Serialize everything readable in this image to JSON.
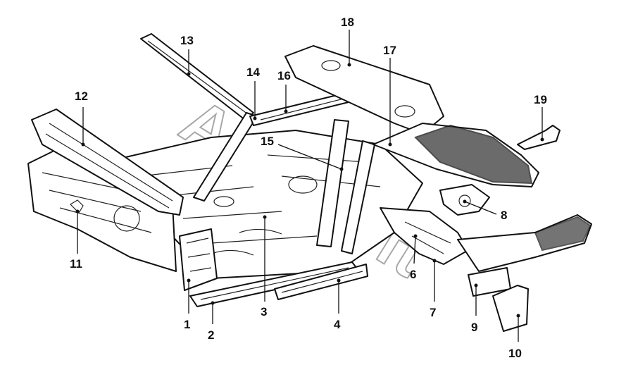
{
  "diagram": {
    "watermark": "AutoSoft",
    "callouts": [
      {
        "id": "1",
        "label": "1"
      },
      {
        "id": "2",
        "label": "2"
      },
      {
        "id": "3",
        "label": "3"
      },
      {
        "id": "4",
        "label": "4"
      },
      {
        "id": "6",
        "label": "6"
      },
      {
        "id": "7",
        "label": "7"
      },
      {
        "id": "8",
        "label": "8"
      },
      {
        "id": "9",
        "label": "9"
      },
      {
        "id": "10",
        "label": "10"
      },
      {
        "id": "11",
        "label": "11"
      },
      {
        "id": "12",
        "label": "12"
      },
      {
        "id": "13",
        "label": "13"
      },
      {
        "id": "14",
        "label": "14"
      },
      {
        "id": "15",
        "label": "15"
      },
      {
        "id": "16",
        "label": "16"
      },
      {
        "id": "17",
        "label": "17"
      },
      {
        "id": "18",
        "label": "18"
      },
      {
        "id": "19",
        "label": "19"
      }
    ]
  }
}
